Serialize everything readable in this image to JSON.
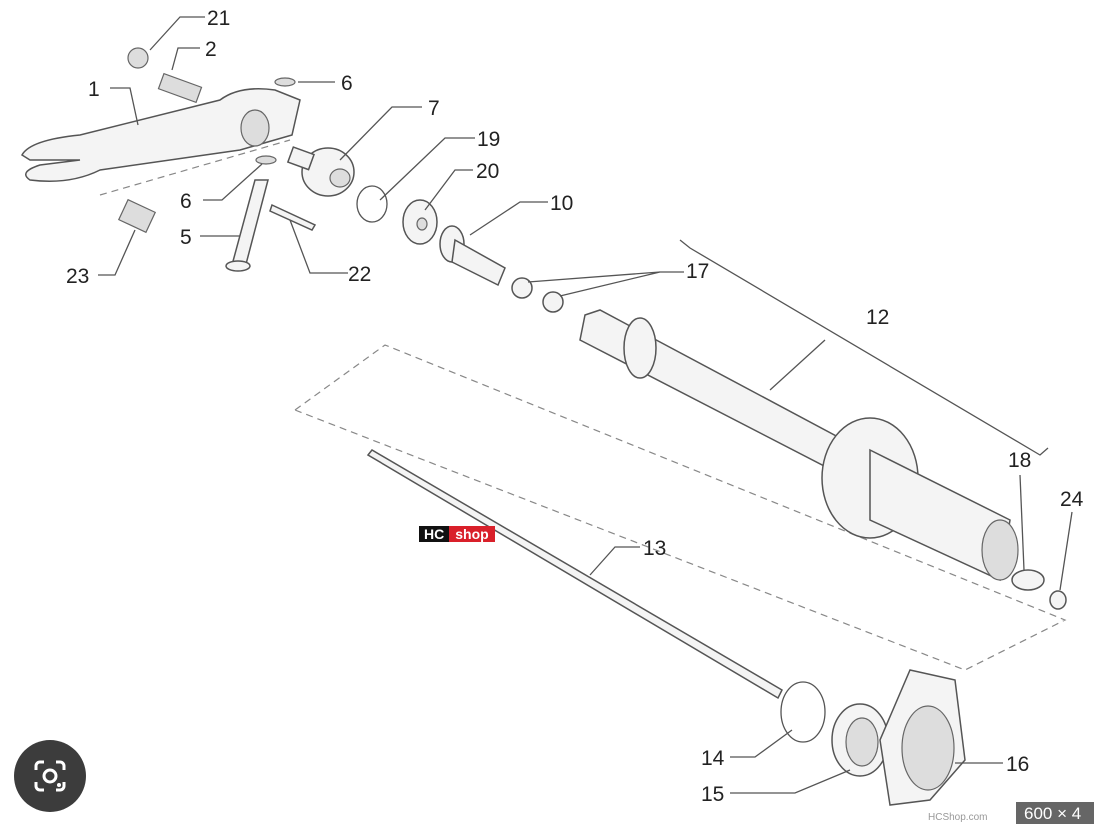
{
  "diagram": {
    "callouts": [
      "21",
      "2",
      "1",
      "6",
      "7",
      "19",
      "20",
      "6",
      "10",
      "5",
      "23",
      "22",
      "17",
      "12",
      "18",
      "24",
      "13",
      "14",
      "16",
      "15"
    ],
    "logo": {
      "part1": "HC",
      "part2": "shop"
    },
    "colors": {
      "logo_red": "#d9202a",
      "line": "#555555"
    }
  },
  "overlay": {
    "size_badge": "600 × 4",
    "watermark": "HCShop.com",
    "lens_icon": "google-lens-icon"
  }
}
